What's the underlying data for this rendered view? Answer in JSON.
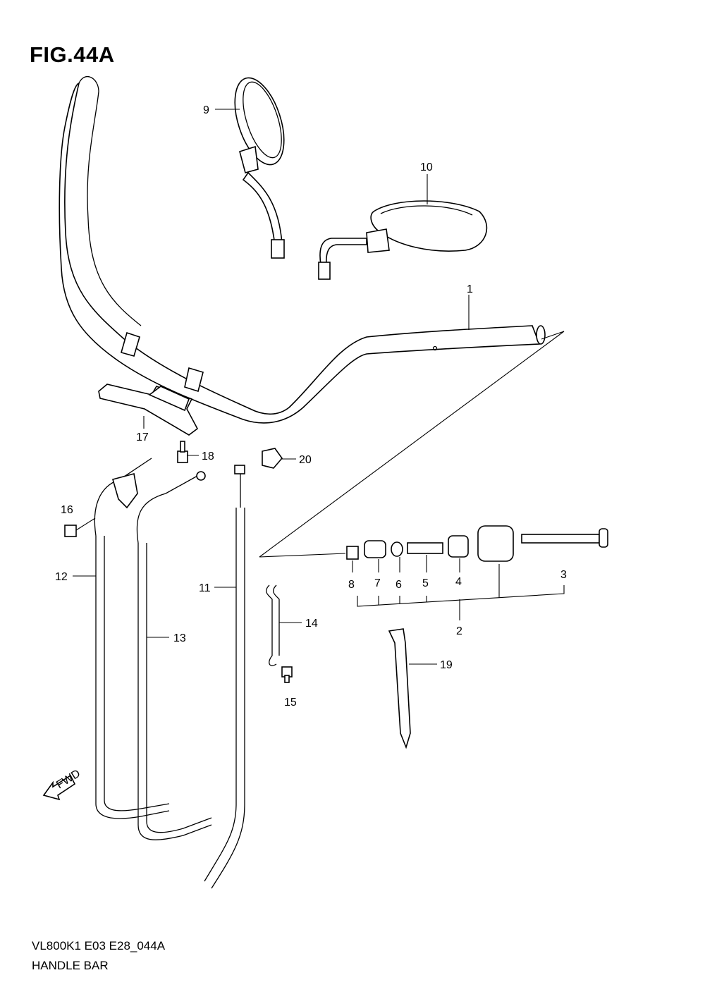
{
  "figure": {
    "title": "FIG.44A",
    "code": "VL800K1 E03 E28_044A",
    "name": "HANDLE BAR"
  },
  "fwd_label": "FWD",
  "callouts": {
    "c1": "1",
    "c2": "2",
    "c3": "3",
    "c4": "4",
    "c5": "5",
    "c6": "6",
    "c7": "7",
    "c8": "8",
    "c9": "9",
    "c10": "10",
    "c11": "11",
    "c12": "12",
    "c13": "13",
    "c14": "14",
    "c15": "15",
    "c16": "16",
    "c17": "17",
    "c18": "18",
    "c19": "19",
    "c20": "20"
  },
  "colors": {
    "line": "#000000",
    "background": "#ffffff"
  }
}
